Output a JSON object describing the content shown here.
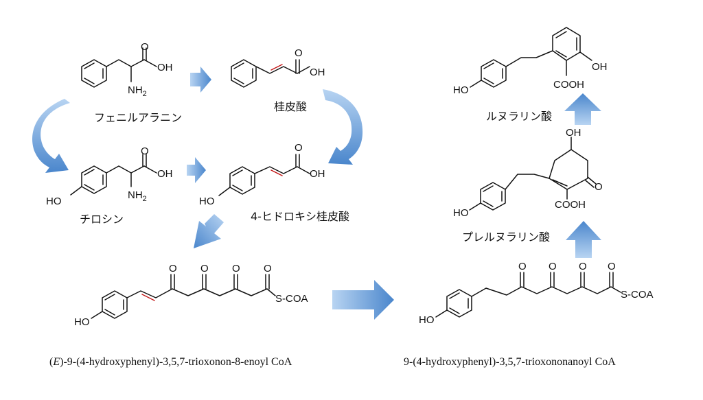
{
  "compounds": {
    "phenylalanine": {
      "name": "フェニルアラニン",
      "oh": "OH",
      "nh2": "NH",
      "nh2_sub": "2"
    },
    "cinnamic": {
      "name": "桂皮酸",
      "oh": "OH"
    },
    "tyrosine": {
      "name": "チロシン",
      "oh": "OH",
      "nh2": "NH",
      "nh2_sub": "2",
      "ho": "HO"
    },
    "coumaric": {
      "name": "4-ヒドロキシ桂皮酸",
      "oh": "OH",
      "ho": "HO"
    },
    "enoyl_coa": {
      "name_prefix": "(",
      "name_e": "E",
      "name_rest": ")-9-(4-hydroxyphenyl)-3,5,7-trioxonon-8-enoyl CoA",
      "ho": "HO",
      "sco": "S-COA"
    },
    "nonanoyl_coa": {
      "name": "9-(4-hydroxyphenyl)-3,5,7-triox­ononanoyl CoA",
      "ho": "HO",
      "sco": "S-COA"
    },
    "prelunularic": {
      "name": "プレルヌラリン酸",
      "ho": "HO",
      "oh": "OH",
      "o": "O",
      "cooh": "COOH"
    },
    "lunularic": {
      "name": "ルヌラリン酸",
      "ho": "HO",
      "oh": "OH",
      "cooh": "COOH"
    }
  },
  "atoms": {
    "ketone_o": "O"
  },
  "colors": {
    "arrow_light": "#b8d4f2",
    "arrow_dark": "#4a86cc"
  }
}
